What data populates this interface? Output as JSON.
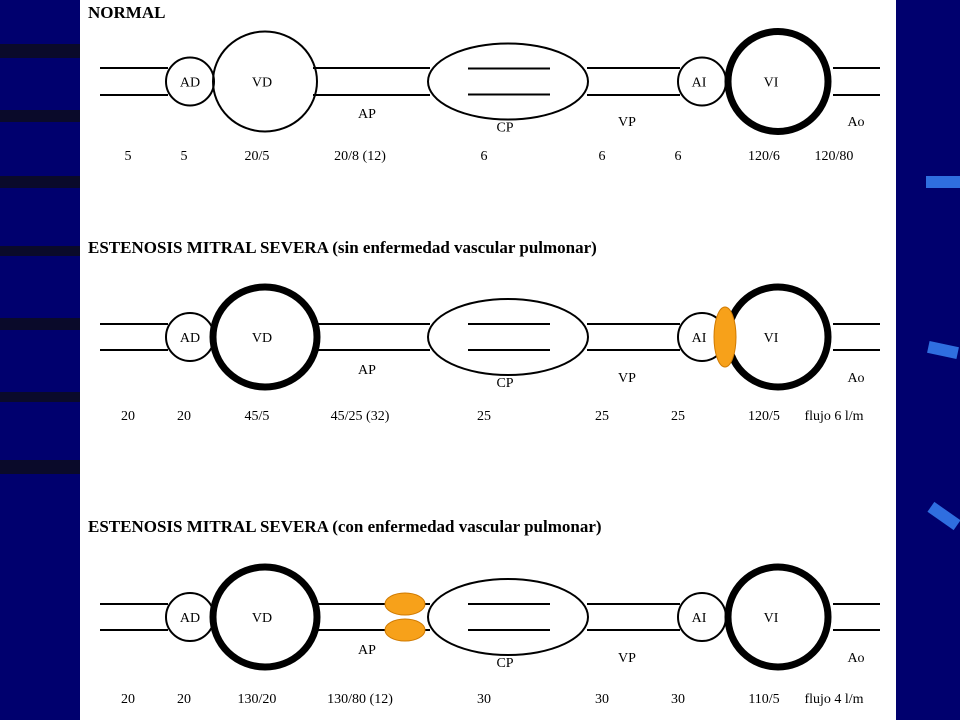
{
  "slide": {
    "sections": [
      {
        "id": "normal",
        "title": "NORMAL",
        "labels": {
          "ad": "AD",
          "vd": "VD",
          "ap": "AP",
          "cp": "CP",
          "vp": "VP",
          "ai": "AI",
          "vi": "VI",
          "ao": "Ao"
        },
        "values": [
          "5",
          "5",
          "20/5",
          "20/8 (12)",
          "6",
          "6",
          "6",
          "120/6",
          "120/80"
        ]
      },
      {
        "id": "severe-no-pvd",
        "title": "ESTENOSIS MITRAL SEVERA (sin enfermedad vascular pulmonar)",
        "labels": {
          "ad": "AD",
          "vd": "VD",
          "ap": "AP",
          "cp": "CP",
          "vp": "VP",
          "ai": "AI",
          "vi": "VI",
          "ao": "Ao"
        },
        "values": [
          "20",
          "20",
          "45/5",
          "45/25 (32)",
          "25",
          "25",
          "25",
          "120/5",
          "flujo 6 l/m"
        ]
      },
      {
        "id": "severe-pvd",
        "title": "ESTENOSIS MITRAL SEVERA (con enfermedad vascular pulmonar)",
        "labels": {
          "ad": "AD",
          "vd": "VD",
          "ap": "AP",
          "cp": "CP",
          "vp": "VP",
          "ai": "AI",
          "vi": "VI",
          "ao": "Ao"
        },
        "values": [
          "20",
          "20",
          "130/20",
          "130/80 (12)",
          "30",
          "30",
          "30",
          "110/5",
          "flujo 4 l/m"
        ]
      }
    ],
    "colors": {
      "background": "#00006e",
      "valve": "#f7a11a",
      "accent": "#2f6ee0"
    }
  }
}
